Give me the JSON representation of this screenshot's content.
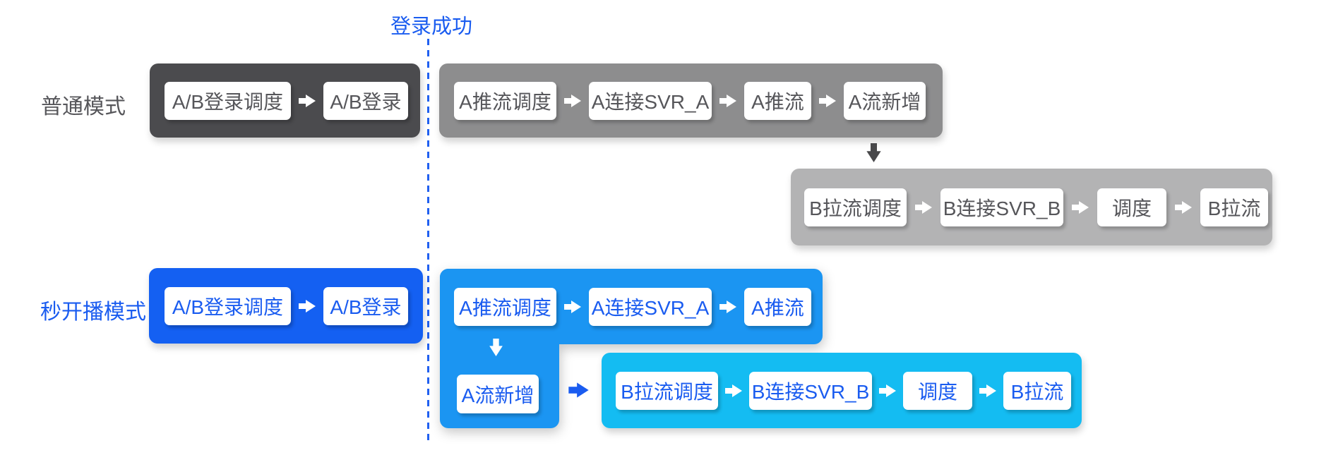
{
  "divider": {
    "label": "登录成功"
  },
  "modes": {
    "normal": {
      "label": "普通模式",
      "login_group": {
        "boxes": [
          "A/B登录调度",
          "A/B登录"
        ]
      },
      "push_group": {
        "boxes": [
          "A推流调度",
          "A连接SVR_A",
          "A推流",
          "A流新增"
        ]
      },
      "pull_group": {
        "boxes": [
          "B拉流调度",
          "B连接SVR_B",
          "调度",
          "B拉流"
        ]
      }
    },
    "fast": {
      "label": "秒开播模式",
      "login_group": {
        "boxes": [
          "A/B登录调度",
          "A/B登录"
        ]
      },
      "push_group": {
        "boxes": [
          "A推流调度",
          "A连接SVR_A",
          "A推流"
        ],
        "branch_box": "A流新增"
      },
      "pull_group": {
        "boxes": [
          "B拉流调度",
          "B连接SVR_B",
          "调度",
          "B拉流"
        ]
      }
    }
  },
  "colors": {
    "dark_gray_group": "#4b4b4e",
    "medium_gray_group": "#8d8d8e",
    "light_gray_group": "#b3b3b4",
    "royal_blue_group": "#1460f2",
    "bright_blue_group": "#1b95f2",
    "cyan_group": "#14bcf2",
    "gray_text": "#56565a",
    "blue_text": "#1a5cf0",
    "divider_blue": "#2160f0",
    "dark_connector": "#48484a"
  }
}
